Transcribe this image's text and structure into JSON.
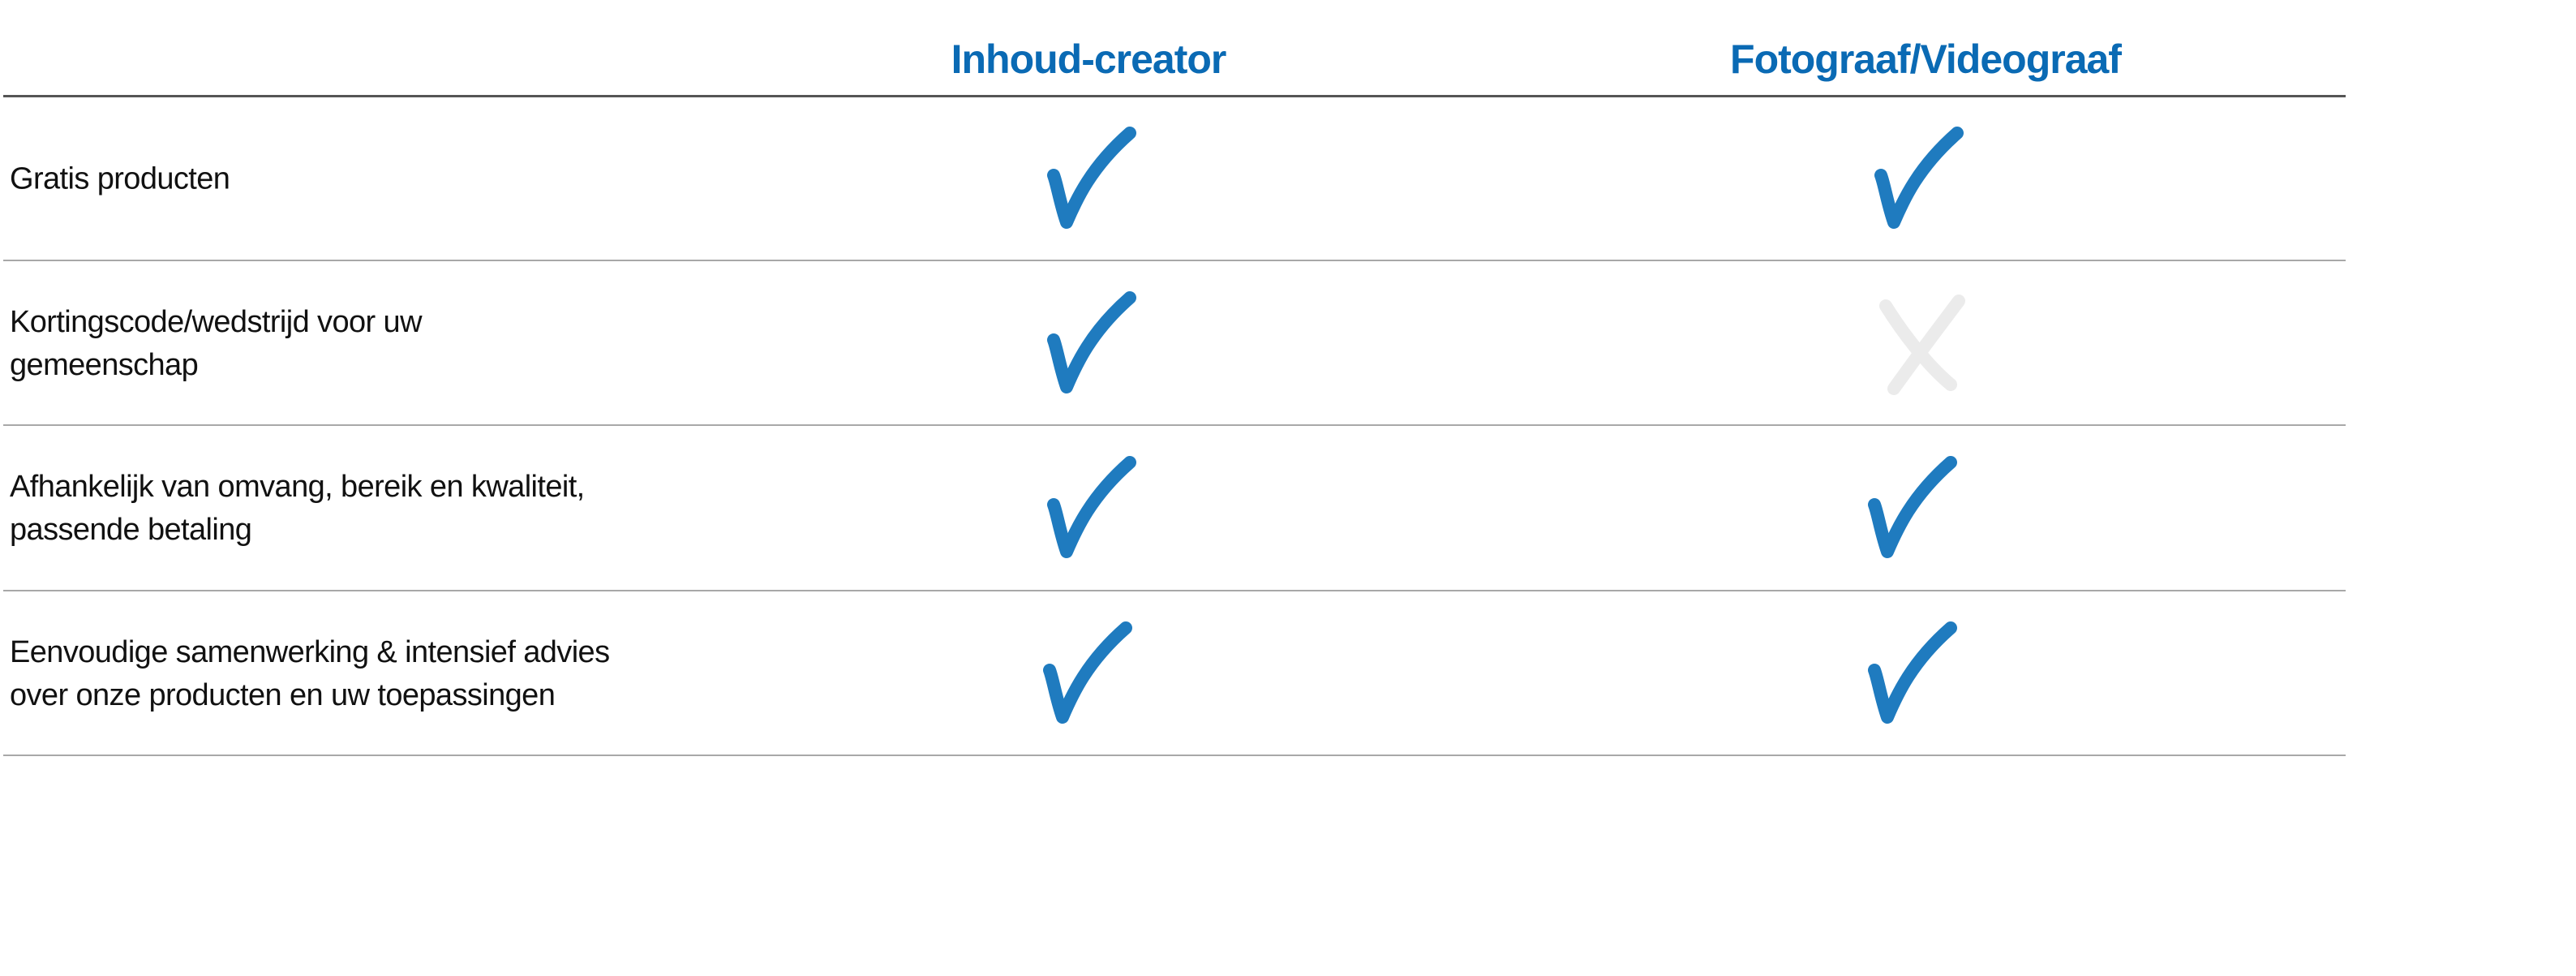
{
  "columns": [
    {
      "label": "Inhoud-creator"
    },
    {
      "label": "Fotograaf/Videograaf"
    }
  ],
  "rows": [
    {
      "label": "Gratis producten",
      "values": [
        "check",
        "check"
      ]
    },
    {
      "label": "Kortingscode/wedstrijd voor uw gemeenschap",
      "values": [
        "check",
        "cross"
      ]
    },
    {
      "label": "Afhankelijk van omvang, bereik en kwaliteit, passende betaling",
      "values": [
        "check",
        "check"
      ]
    },
    {
      "label": "Eenvoudige samenwerking & intensief advies over onze producten en uw toepassingen",
      "values": [
        "check",
        "check"
      ]
    }
  ],
  "colors": {
    "accent": "#0a6ab4",
    "check": "#1f7bbf",
    "cross": "#ebebeb"
  },
  "icons": {
    "check": "check-icon",
    "cross": "cross-icon"
  }
}
